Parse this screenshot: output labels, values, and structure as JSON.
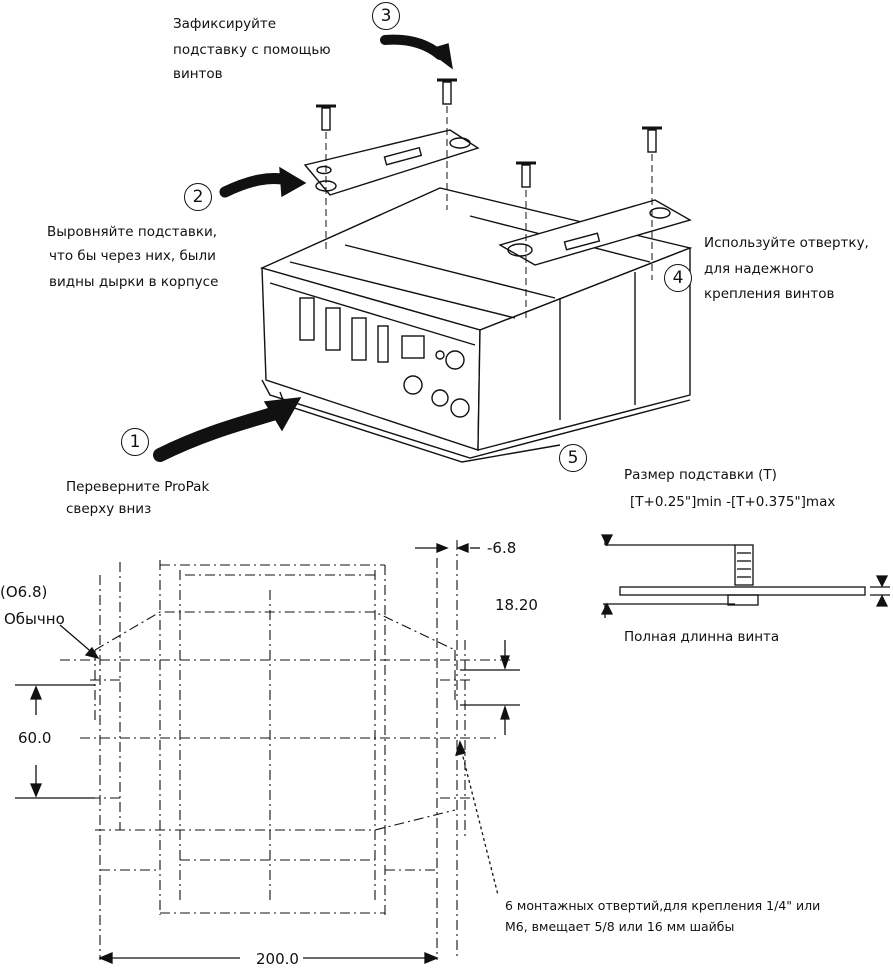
{
  "steps": [
    "1",
    "2",
    "3",
    "4",
    "5"
  ],
  "labels": {
    "step3": [
      "Зафиксируйте",
      "подставку с помощью",
      "винтов"
    ],
    "step2": [
      "Выровняйте подставки,",
      "что бы через них, были",
      "видны дырки в корпусе"
    ],
    "step4": [
      "Используйте отвертку,",
      "для надежного",
      "крепления винтов"
    ],
    "step1": [
      "Переверните ProPak",
      "сверху вниз"
    ],
    "bracket_size": [
      "Размер подставки (T)",
      "[T+0.25\"]min -[T+0.375\"]max"
    ],
    "screw_length": "Полная длинна винта",
    "holes_note": [
      "6 монтажных отвертий,для крепления 1/4\" или",
      "M6, вмещает 5/8 или 16 мм шайбы"
    ]
  },
  "dimensions": {
    "hole_dia": "(O6.8)",
    "typical": "Обычно",
    "d6_8": "6.8",
    "d18_20": "18.20",
    "d60": "60.0",
    "d200": "200.0"
  }
}
